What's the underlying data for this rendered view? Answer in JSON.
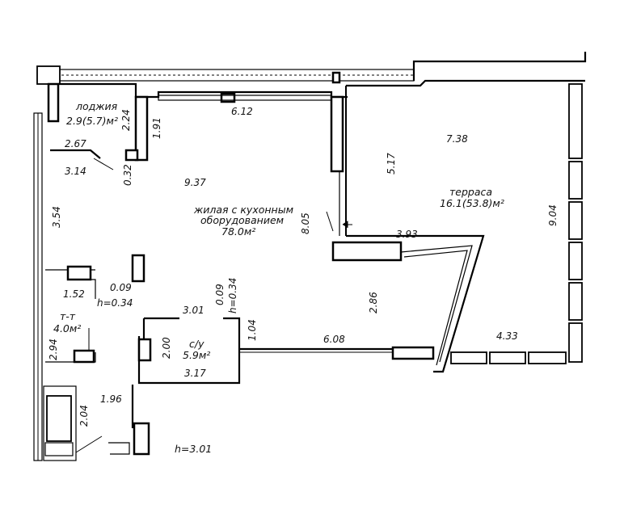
{
  "rooms": {
    "loggia": {
      "name": "лоджия",
      "area": "2.9(5.7)м²"
    },
    "living": {
      "name_line1": "жилая с кухонным",
      "name_line2": "оборудованием",
      "area": "78.0м²"
    },
    "terrace": {
      "name": "терраса",
      "area": "16.1(53.8)м²"
    },
    "wc_storage": {
      "name": "т-т",
      "area": "4.0м²"
    },
    "bathroom": {
      "name": "с/у",
      "area": "5.9м²"
    }
  },
  "dims": {
    "d_6_12": "6.12",
    "d_7_38": "7.38",
    "d_5_17": "5.17",
    "d_9_04": "9.04",
    "d_2_24": "2.24",
    "d_1_91": "1.91",
    "d_2_67": "2.67",
    "d_3_14": "3.14",
    "d_0_32": "0.32",
    "d_9_37": "9.37",
    "d_8_05": "8.05",
    "d_3_93": "3.93",
    "d_3_54": "3.54",
    "d_1_52": "1.52",
    "d_0_09a": "0.09",
    "d_h034a": "h=0.34",
    "d_0_09b": "0.09",
    "d_h034b": "h=0.34",
    "d_3_01": "3.01",
    "d_2_86": "2.86",
    "d_2_94": "2.94",
    "d_2_00": "2.00",
    "d_1_04": "1.04",
    "d_6_08": "6.08",
    "d_4_33": "4.33",
    "d_3_17": "3.17",
    "d_1_96": "1.96",
    "d_2_04": "2.04"
  },
  "ceiling_height": "h=3.01"
}
